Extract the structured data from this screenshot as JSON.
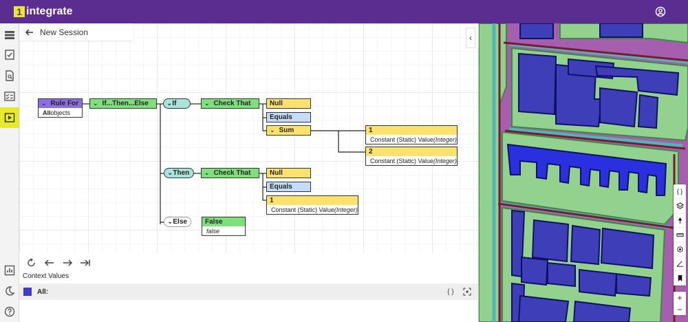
{
  "app": {
    "logo_mark": "1",
    "logo_text": "integrate"
  },
  "session": {
    "title": "New Session"
  },
  "rule_nodes": {
    "rule_for": {
      "label": "Rule For",
      "sub_bold": "All",
      "sub_rest": " objects"
    },
    "if_then_else": {
      "label": "If...Then...Else"
    },
    "if": {
      "label": "If"
    },
    "check_that_1": {
      "label": "Check That"
    },
    "null_1": {
      "label": "Null"
    },
    "equals_1": {
      "label": "Equals"
    },
    "sum": {
      "label": "Sum"
    },
    "const_1": {
      "label": "1",
      "sub": "Constant (Static) Value ",
      "sub_type": "(Integer)"
    },
    "const_2": {
      "label": "2",
      "sub": "Constant (Static) Value ",
      "sub_type": "(Integer)"
    },
    "then": {
      "label": "Then"
    },
    "check_that_2": {
      "label": "Check That"
    },
    "null_2": {
      "label": "Null"
    },
    "equals_2": {
      "label": "Equals"
    },
    "const_3": {
      "label": "1",
      "sub": "Constant (Static) Value ",
      "sub_type": "(Integer)"
    },
    "else": {
      "label": "Else"
    },
    "false": {
      "label": "False",
      "sub": "false"
    }
  },
  "context": {
    "label": "Context Values",
    "row_label": "All:",
    "swatch_color": "#3a3ccc"
  },
  "colors": {
    "brand": "#5c2d91",
    "accent": "#e7ea2a",
    "rule_for": "#8d6ee0",
    "green": "#7ee07a",
    "yellow": "#fbe26e",
    "blue": "#c4dcf8",
    "teal": "#a9e4dc"
  }
}
